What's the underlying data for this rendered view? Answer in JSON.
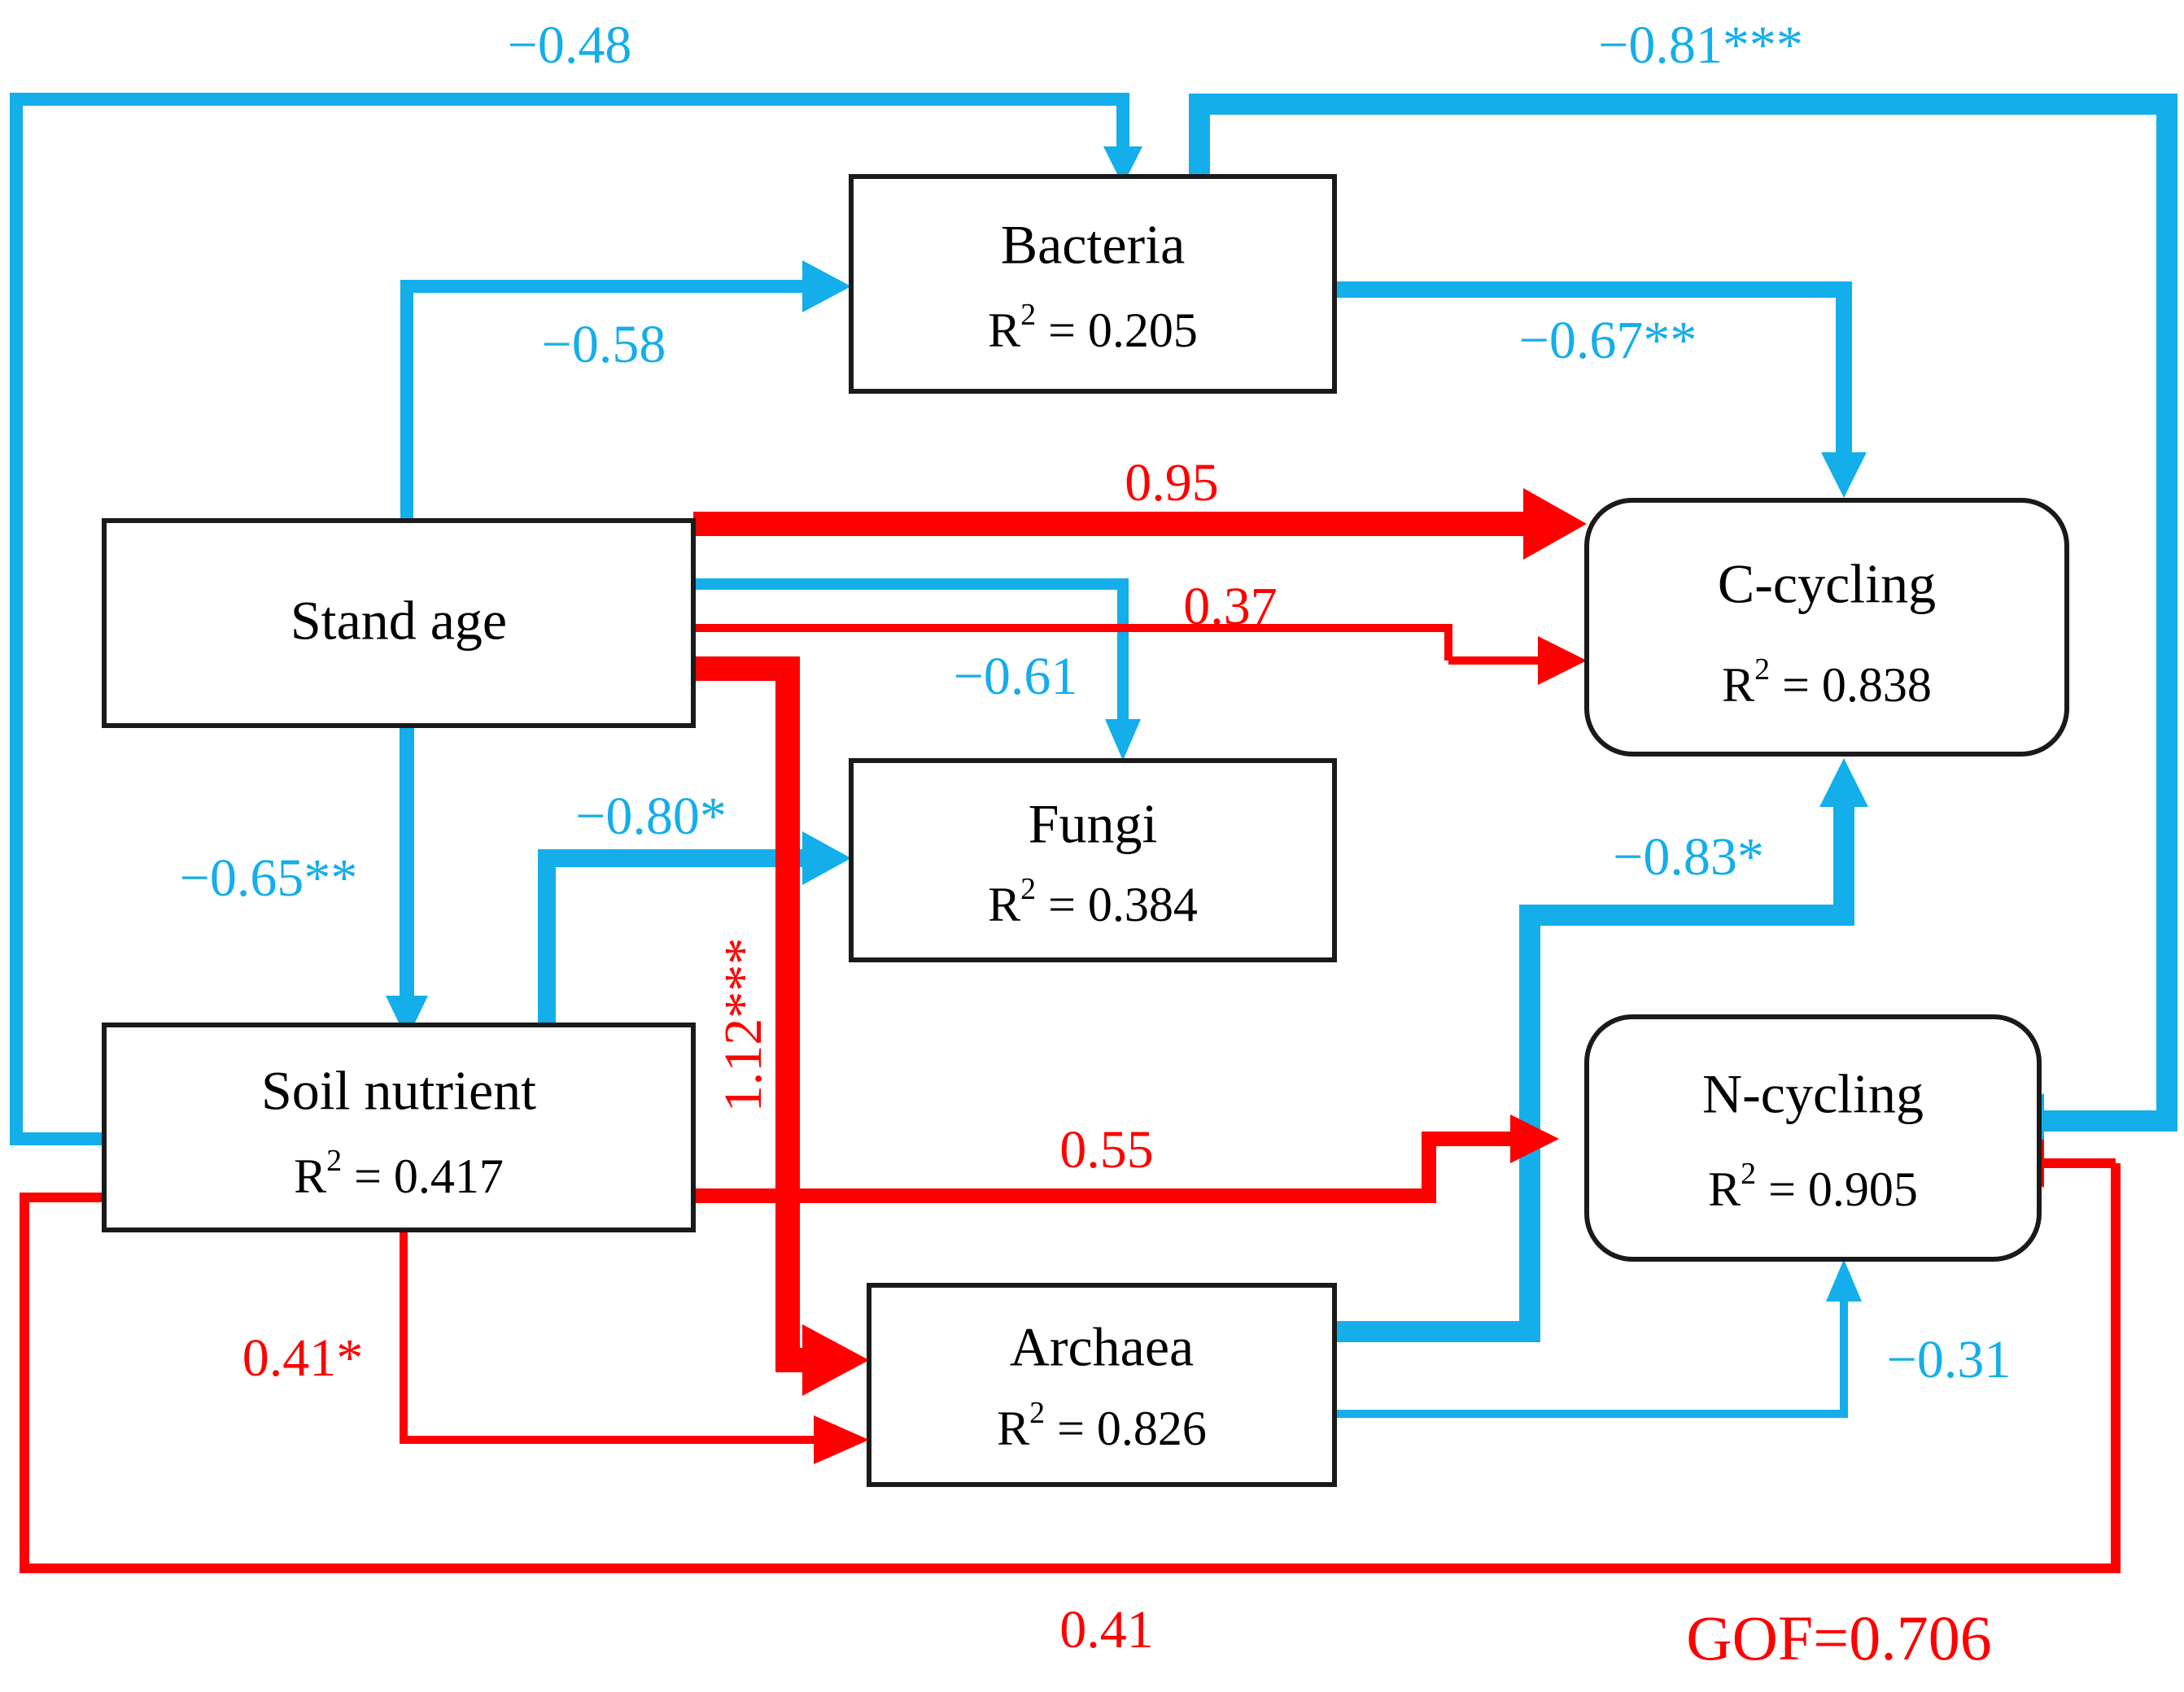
{
  "diagram": {
    "type": "structural-equation-model",
    "title_visible": false,
    "colors": {
      "positive_path": "#FF0000",
      "negative_path": "#14AEEA",
      "node_border": "#1A1A1A",
      "node_fill": "#FFFFFF",
      "background": "#FFFFFF"
    },
    "goodness_of_fit": "GOF=0.706"
  },
  "nodes": [
    {
      "id": "stand_age",
      "title": "Stand age",
      "r2_prefix": "R",
      "r2_sup": "2",
      "r2_value": "",
      "r2_text": "",
      "shape": "rect",
      "has_r2": false
    },
    {
      "id": "bacteria",
      "title": "Bacteria",
      "r2_prefix": "R",
      "r2_sup": "2",
      "r2_value": "0.205",
      "r2_text": "R2 = 0.205",
      "shape": "rect",
      "has_r2": true
    },
    {
      "id": "fungi",
      "title": "Fungi",
      "r2_prefix": "R",
      "r2_sup": "2",
      "r2_value": "0.384",
      "r2_text": "R2 = 0.384",
      "shape": "rect",
      "has_r2": true
    },
    {
      "id": "archaea",
      "title": "Archaea",
      "r2_prefix": "R",
      "r2_sup": "2",
      "r2_value": "0.826",
      "r2_text": "R2 = 0.826",
      "shape": "rect",
      "has_r2": true
    },
    {
      "id": "soil_nutrient",
      "title": "Soil nutrient",
      "r2_prefix": "R",
      "r2_sup": "2",
      "r2_value": "0.417",
      "r2_text": "R2 = 0.417",
      "shape": "rect",
      "has_r2": true
    },
    {
      "id": "c_cycling",
      "title": "C-cycling",
      "r2_prefix": "R",
      "r2_sup": "2",
      "r2_value": "0.838",
      "r2_text": "R2 = 0.838",
      "shape": "round",
      "has_r2": true
    },
    {
      "id": "n_cycling",
      "title": "N-cycling",
      "r2_prefix": "R",
      "r2_sup": "2",
      "r2_value": "0.905",
      "r2_text": "R2 = 0.905",
      "shape": "round",
      "has_r2": true
    }
  ],
  "edges": [
    {
      "id": "soil_to_bacteria",
      "from": "soil_nutrient",
      "to": "bacteria",
      "label": "−0.48",
      "coefficient": -0.48,
      "significance": "",
      "sign": "negative",
      "weight": "medium"
    },
    {
      "id": "bacteria_to_ncyc",
      "from": "bacteria",
      "to": "n_cycling",
      "label": "−0.81***",
      "coefficient": -0.81,
      "significance": "***",
      "sign": "negative",
      "weight": "thick"
    },
    {
      "id": "standage_to_bact",
      "from": "stand_age",
      "to": "bacteria",
      "label": "−0.58",
      "coefficient": -0.58,
      "significance": "",
      "sign": "negative",
      "weight": "medium"
    },
    {
      "id": "bacteria_to_ccyc",
      "from": "bacteria",
      "to": "c_cycling",
      "label": "−0.67**",
      "coefficient": -0.67,
      "significance": "**",
      "sign": "negative",
      "weight": "medium"
    },
    {
      "id": "standage_to_ccyc",
      "from": "stand_age",
      "to": "c_cycling",
      "label": "0.95",
      "coefficient": 0.95,
      "significance": "",
      "sign": "positive",
      "weight": "thick"
    },
    {
      "id": "soil_to_ccyc",
      "from": "soil_nutrient",
      "to": "c_cycling",
      "label": "0.37",
      "coefficient": 0.37,
      "significance": "",
      "sign": "positive",
      "weight": "thin"
    },
    {
      "id": "standage_to_fungi",
      "from": "stand_age",
      "to": "fungi",
      "label": "−0.61",
      "coefficient": -0.61,
      "significance": "",
      "sign": "negative",
      "weight": "thin"
    },
    {
      "id": "standage_to_soil",
      "from": "stand_age",
      "to": "soil_nutrient",
      "label": "−0.65**",
      "coefficient": -0.65,
      "significance": "**",
      "sign": "negative",
      "weight": "medium"
    },
    {
      "id": "soil_to_fungi",
      "from": "soil_nutrient",
      "to": "fungi",
      "label": "−0.80*",
      "coefficient": -0.8,
      "significance": "*",
      "sign": "negative",
      "weight": "medium"
    },
    {
      "id": "standage_to_archaea",
      "from": "stand_age",
      "to": "archaea",
      "label": "1.12***",
      "coefficient": 1.12,
      "significance": "***",
      "sign": "positive",
      "weight": "thick",
      "rotated": true
    },
    {
      "id": "archaea_to_ccyc",
      "from": "archaea",
      "to": "c_cycling",
      "label": "−0.83*",
      "coefficient": -0.83,
      "significance": "*",
      "sign": "negative",
      "weight": "thick"
    },
    {
      "id": "soil_to_ncyc",
      "from": "soil_nutrient",
      "to": "n_cycling",
      "label": "0.55",
      "coefficient": 0.55,
      "significance": "",
      "sign": "positive",
      "weight": "medium"
    },
    {
      "id": "soil_to_archaea",
      "from": "soil_nutrient",
      "to": "archaea",
      "label": "0.41*",
      "coefficient": 0.41,
      "significance": "*",
      "sign": "positive",
      "weight": "thin"
    },
    {
      "id": "archaea_to_ncyc",
      "from": "archaea",
      "to": "n_cycling",
      "label": "−0.31",
      "coefficient": -0.31,
      "significance": "",
      "sign": "negative",
      "weight": "thin"
    },
    {
      "id": "soil_to_ncyc_bottom",
      "from": "soil_nutrient",
      "to": "n_cycling",
      "label": "0.41",
      "coefficient": 0.41,
      "significance": "",
      "sign": "positive",
      "weight": "thin"
    }
  ],
  "labels": {
    "neg_048": "−0.48",
    "neg_081": "−0.81***",
    "neg_058": "−0.58",
    "neg_067": "−0.67**",
    "pos_095": "0.95",
    "pos_037": "0.37",
    "neg_061": "−0.61",
    "neg_065": "−0.65**",
    "neg_080": "−0.80*",
    "pos_112": "1.12***",
    "neg_083": "−0.83*",
    "pos_055": "0.55",
    "pos_041s": "0.41*",
    "neg_031": "−0.31",
    "pos_041": "0.41",
    "gof": "GOF=0.706"
  },
  "node_text": {
    "stand_age": "Stand age",
    "bacteria": "Bacteria",
    "bacteria_r2_pre": "R",
    "bacteria_r2_val": " = 0.205",
    "fungi": "Fungi",
    "fungi_r2_pre": "R",
    "fungi_r2_val": " = 0.384",
    "archaea": "Archaea",
    "archaea_r2_pre": "R",
    "archaea_r2_val": " = 0.826",
    "soil_nutrient": "Soil nutrient",
    "soil_r2_pre": "R",
    "soil_r2_val": " = 0.417",
    "c_cycling": "C-cycling",
    "c_r2_pre": "R",
    "c_r2_val": " = 0.838",
    "n_cycling": "N-cycling",
    "n_r2_pre": "R",
    "n_r2_val": " = 0.905",
    "sup2": "2"
  },
  "chart_data": {
    "type": "diagram",
    "subtype": "path-diagram",
    "nodes": [
      "Stand age",
      "Bacteria",
      "Fungi",
      "Archaea",
      "Soil nutrient",
      "C-cycling",
      "N-cycling"
    ],
    "r2": {
      "Bacteria": 0.205,
      "Fungi": 0.384,
      "Archaea": 0.826,
      "Soil nutrient": 0.417,
      "C-cycling": 0.838,
      "N-cycling": 0.905
    },
    "paths": [
      {
        "from": "Soil nutrient",
        "to": "Bacteria",
        "coef": -0.48,
        "sig": ""
      },
      {
        "from": "Stand age",
        "to": "Bacteria",
        "coef": -0.58,
        "sig": ""
      },
      {
        "from": "Bacteria",
        "to": "N-cycling",
        "coef": -0.81,
        "sig": "***"
      },
      {
        "from": "Bacteria",
        "to": "C-cycling",
        "coef": -0.67,
        "sig": "**"
      },
      {
        "from": "Stand age",
        "to": "C-cycling",
        "coef": 0.95,
        "sig": ""
      },
      {
        "from": "Soil nutrient",
        "to": "C-cycling",
        "coef": 0.37,
        "sig": ""
      },
      {
        "from": "Stand age",
        "to": "Fungi",
        "coef": -0.61,
        "sig": ""
      },
      {
        "from": "Stand age",
        "to": "Soil nutrient",
        "coef": -0.65,
        "sig": "**"
      },
      {
        "from": "Soil nutrient",
        "to": "Fungi",
        "coef": -0.8,
        "sig": "*"
      },
      {
        "from": "Stand age",
        "to": "Archaea",
        "coef": 1.12,
        "sig": "***"
      },
      {
        "from": "Archaea",
        "to": "C-cycling",
        "coef": -0.83,
        "sig": "*"
      },
      {
        "from": "Soil nutrient",
        "to": "N-cycling",
        "coef": 0.55,
        "sig": ""
      },
      {
        "from": "Soil nutrient",
        "to": "Archaea",
        "coef": 0.41,
        "sig": "*"
      },
      {
        "from": "Archaea",
        "to": "N-cycling",
        "coef": -0.31,
        "sig": ""
      },
      {
        "from": "Soil nutrient",
        "to": "N-cycling",
        "coef": 0.41,
        "sig": ""
      }
    ],
    "gof": 0.706,
    "legend": {
      "red": "positive effect",
      "blue": "negative effect"
    }
  }
}
